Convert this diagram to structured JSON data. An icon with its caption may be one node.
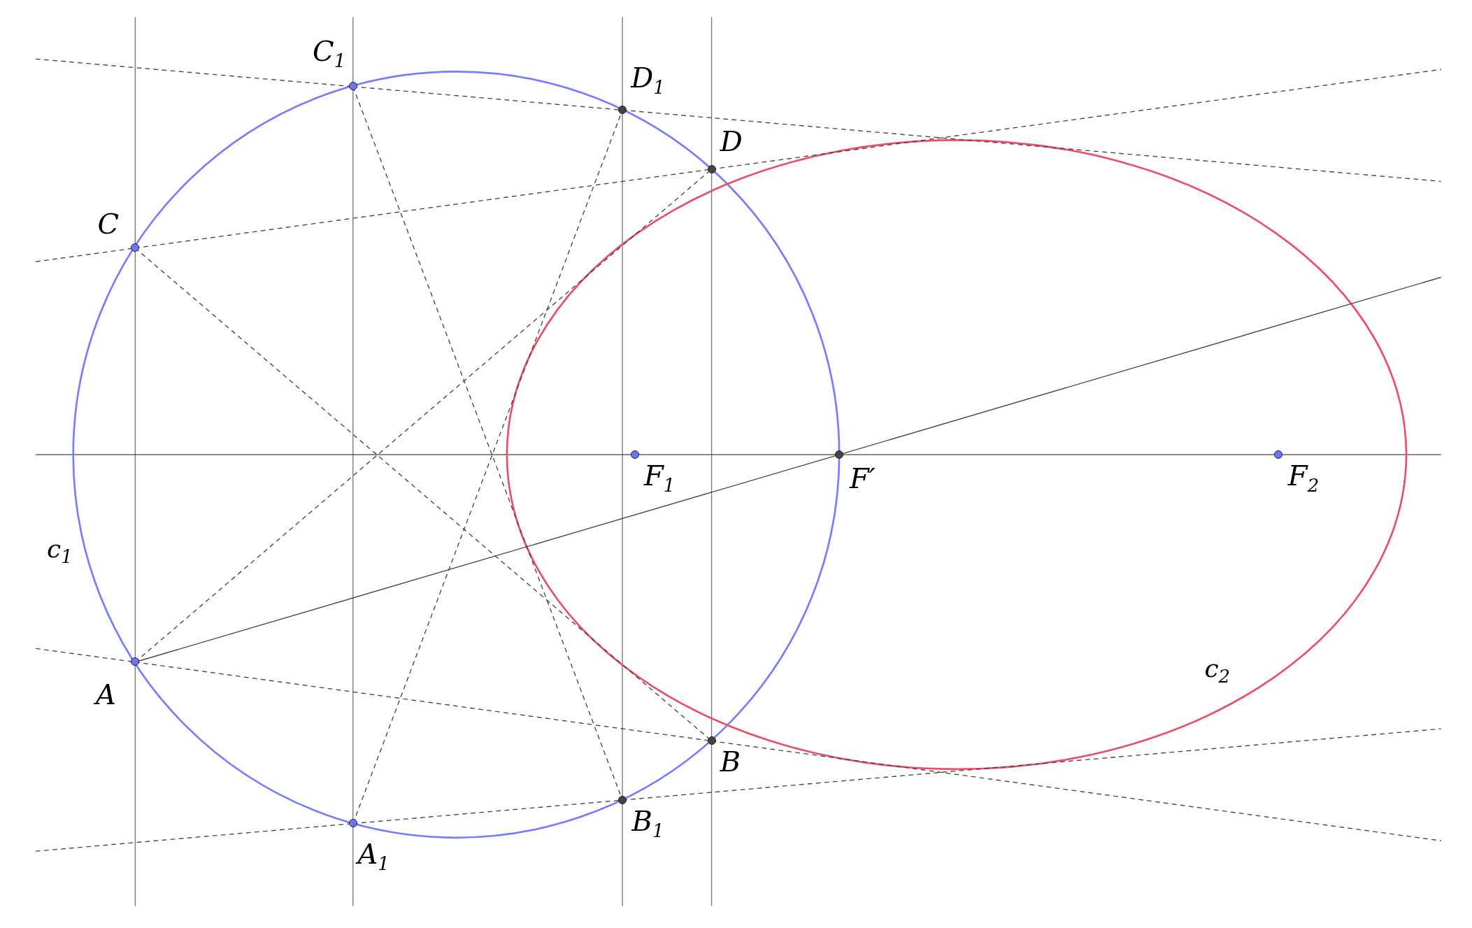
{
  "diagram": {
    "nodes": [
      {
        "text": [
          "C$_{1}$"
        ]
      },
      {
        "text": [
          "D$_{1}$"
        ]
      },
      {
        "text": [
          "D"
        ]
      },
      {
        "text": [
          "C"
        ]
      },
      {
        "text": [
          "F$_{1}$"
        ]
      },
      {
        "text": [
          "F′"
        ]
      },
      {
        "text": [
          "F$_{2}$"
        ]
      },
      {
        "text": [
          "A"
        ]
      },
      {
        "text": [
          "B"
        ]
      },
      {
        "text": [
          "B$_{1}$"
        ]
      },
      {
        "text": [
          "A$_{1}$"
        ]
      }
    ],
    "edges": [
      {
        "from": 0,
        "to": 1,
        "arrow": "none",
        "style": "dashed"
      },
      {
        "from": 3,
        "to": 2,
        "arrow": "none",
        "style": "dashed"
      },
      {
        "from": 7,
        "to": 8,
        "arrow": "none",
        "style": "dashed"
      },
      {
        "from": 10,
        "to": 9,
        "arrow": "none",
        "style": "dashed"
      },
      {
        "from": 3,
        "to": 8,
        "arrow": "none",
        "style": "dashed"
      },
      {
        "from": 0,
        "to": 9,
        "arrow": "none",
        "style": "dashed"
      },
      {
        "from": 7,
        "to": 2,
        "arrow": "none",
        "style": "dashed"
      },
      {
        "from": 10,
        "to": 1,
        "arrow": "none",
        "style": "dashed"
      },
      {
        "from": 7,
        "to": 5,
        "arrow": "none"
      }
    ],
    "labels": [
      "c$_{1}$",
      "c$_{2}$"
    ]
  }
}
